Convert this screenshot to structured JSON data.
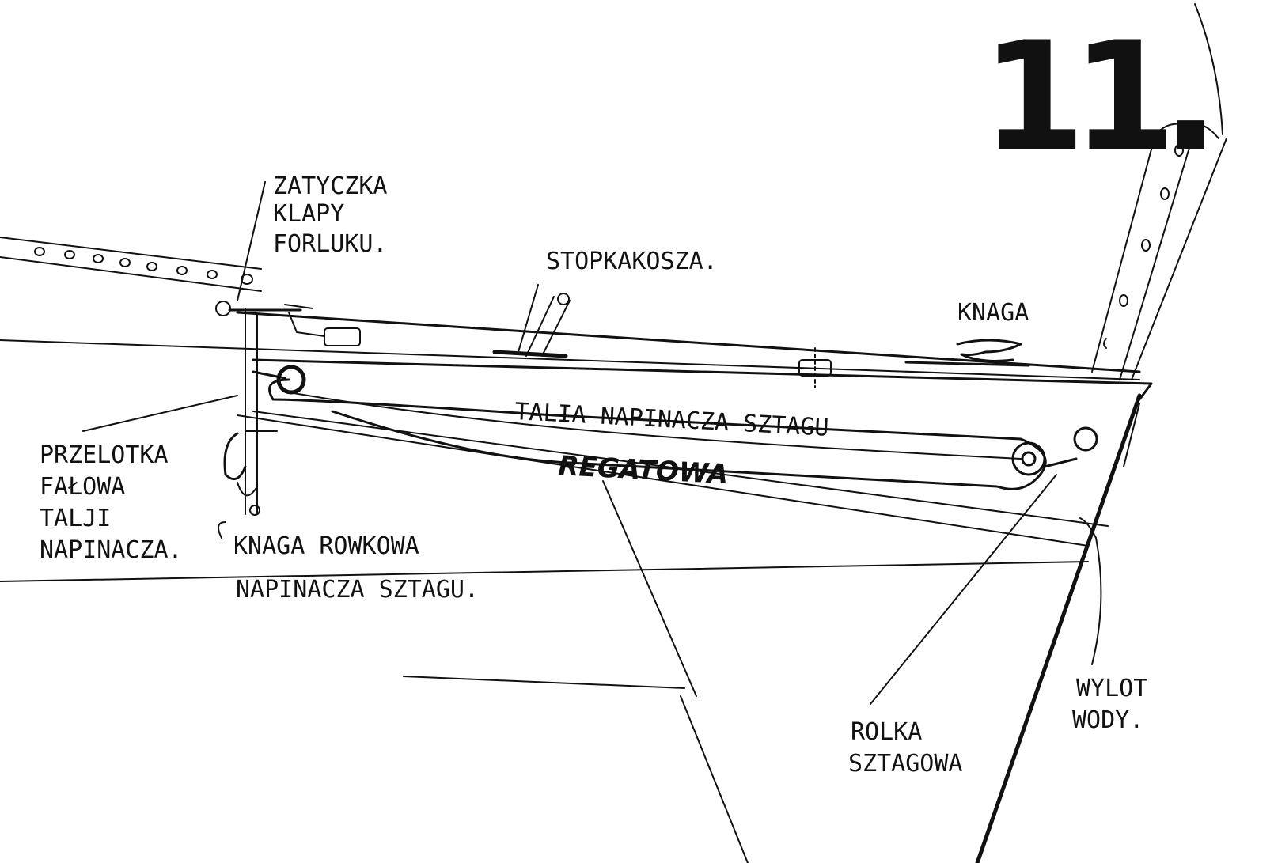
{
  "page_number": "11.",
  "labels": {
    "zatyczka": [
      "ZATYCZKA",
      "KLAPY",
      "FORLUKU."
    ],
    "stopka": "STOPKAKOSZA.",
    "knaga": "KNAGA",
    "talia": "TALIA NAPINACZA SZTAGU",
    "regatowa": "REGATOWA",
    "przelotka": [
      "PRZELOTKA",
      "FAŁOWA",
      "TALJI",
      "NAPINACZA."
    ],
    "knaga_rowkowa": [
      "KNAGA ROWKOWA",
      "NAPINACZA SZTAGU."
    ],
    "rolka": [
      "ROLKA",
      "SZTAGOWA"
    ],
    "wylot": [
      "WYLOT",
      "WODY."
    ]
  },
  "colors": {
    "ink": "#111111",
    "paper": "#ffffff"
  }
}
